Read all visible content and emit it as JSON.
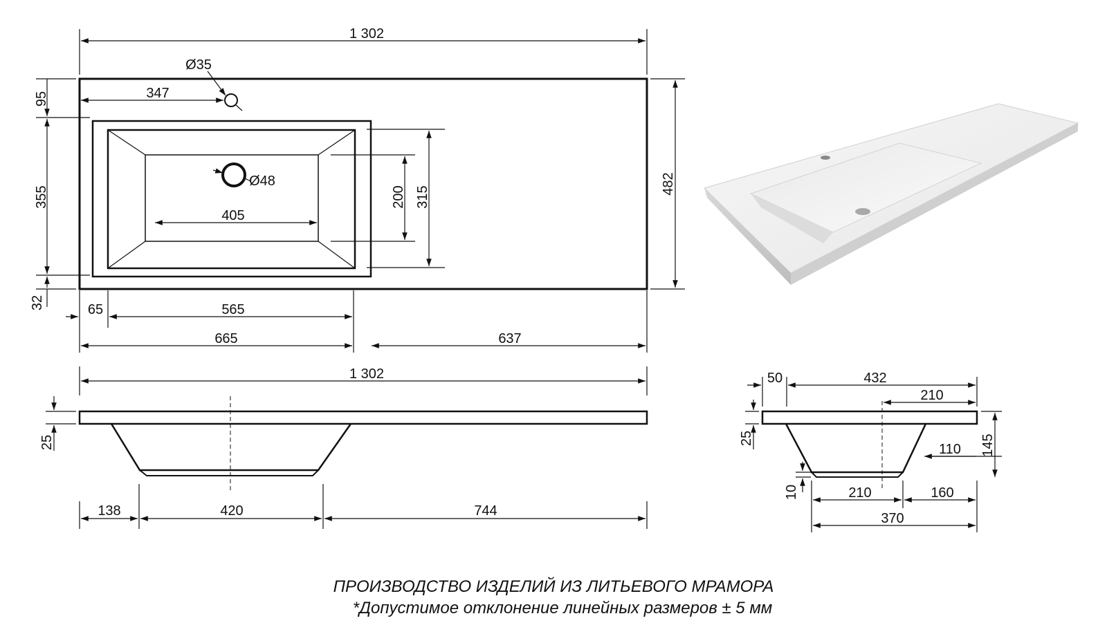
{
  "top_view": {
    "overall_length": "1 302",
    "overall_depth": "482",
    "tap_hole_diameter": "Ø35",
    "drain_diameter": "Ø48",
    "tap_offset": "347",
    "edge_to_tap_row": "95",
    "basin_outer_depth": "355",
    "front_edge": "32",
    "basin_bottom_width": "405",
    "basin_inner_depth": "200",
    "basin_top_depth": "315",
    "left_margin": "65",
    "basin_width": "565",
    "basin_section": "665",
    "right_section": "637"
  },
  "front_view": {
    "overall_length": "1 302",
    "top_thickness": "25",
    "left_offset": "138",
    "bottom_width": "420",
    "right_offset": "744"
  },
  "side_view": {
    "front_lip": "50",
    "top_depth": "432",
    "back_to_center": "210",
    "thickness": "25",
    "bowl_height_offset": "110",
    "total_height": "145",
    "bottom_thickness": "10",
    "bottom_width": "210",
    "back_offset": "160",
    "bowl_width": "370"
  },
  "footer": {
    "title": "ПРОИЗВОДСТВО ИЗДЕЛИЙ ИЗ ЛИТЬЕВОГО МРАМОРА",
    "tolerance": "*Допустимое отклонение линейных размеров ±    5 мм"
  }
}
